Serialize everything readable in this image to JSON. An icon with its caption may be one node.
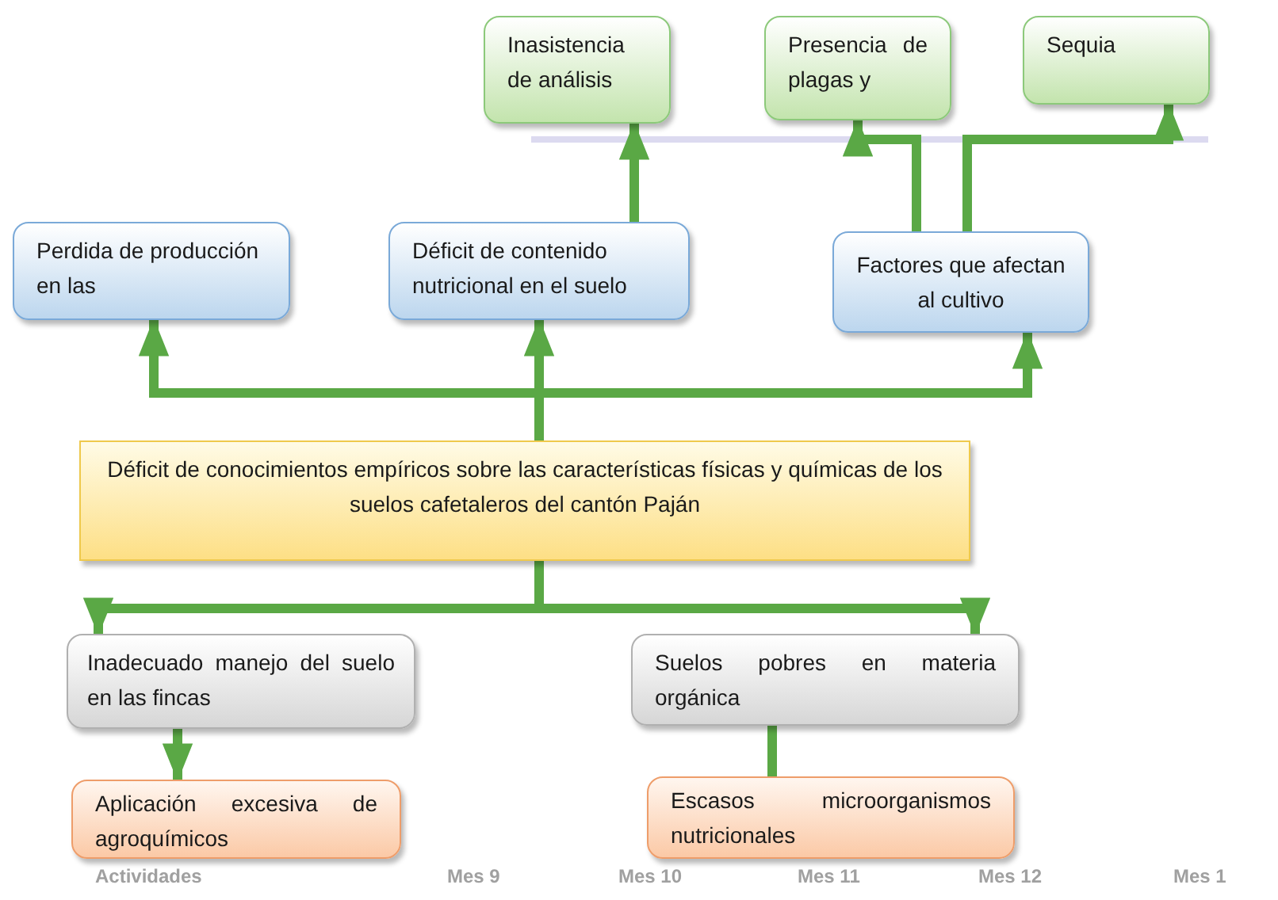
{
  "diagram": {
    "nodes": [
      {
        "text": [
          "Inasistencia de análisis"
        ]
      },
      {
        "text": [
          "Presencia de plagas y"
        ]
      },
      {
        "text": [
          "Sequia"
        ]
      },
      {
        "text": [
          "Perdida de producción en las"
        ]
      },
      {
        "text": [
          "Déficit de contenido nutricional en el suelo"
        ]
      },
      {
        "text": [
          "Factores que afectan al cultivo"
        ]
      },
      {
        "text": [
          "Déficit de conocimientos empíricos sobre las características físicas y químicas de los suelos cafetaleros del cantón Paján"
        ]
      },
      {
        "text": [
          "Inadecuado manejo del suelo en las fincas"
        ]
      },
      {
        "text": [
          "Suelos pobres en materia orgánica"
        ]
      },
      {
        "text": [
          "Aplicación excesiva de agroquímicos"
        ]
      },
      {
        "text": [
          "Escasos microorganismos nutricionales"
        ]
      }
    ],
    "edges": [
      {
        "from": 6,
        "to": 3,
        "arrow": "to"
      },
      {
        "from": 6,
        "to": 4,
        "arrow": "to"
      },
      {
        "from": 6,
        "to": 5,
        "arrow": "to"
      },
      {
        "from": 4,
        "to": 0,
        "arrow": "to"
      },
      {
        "from": 5,
        "to": 1,
        "arrow": "to"
      },
      {
        "from": 5,
        "to": 2,
        "arrow": "to"
      },
      {
        "from": 6,
        "to": 7,
        "arrow": "to"
      },
      {
        "from": 6,
        "to": 8,
        "arrow": "to"
      },
      {
        "from": 7,
        "to": 9,
        "arrow": "to"
      },
      {
        "from": 8,
        "to": 10,
        "arrow": "none"
      }
    ],
    "labels": [
      "Actividades",
      "Mes 9",
      "Mes 10",
      "Mes 11",
      "Mes 12",
      "Mes 1"
    ]
  }
}
